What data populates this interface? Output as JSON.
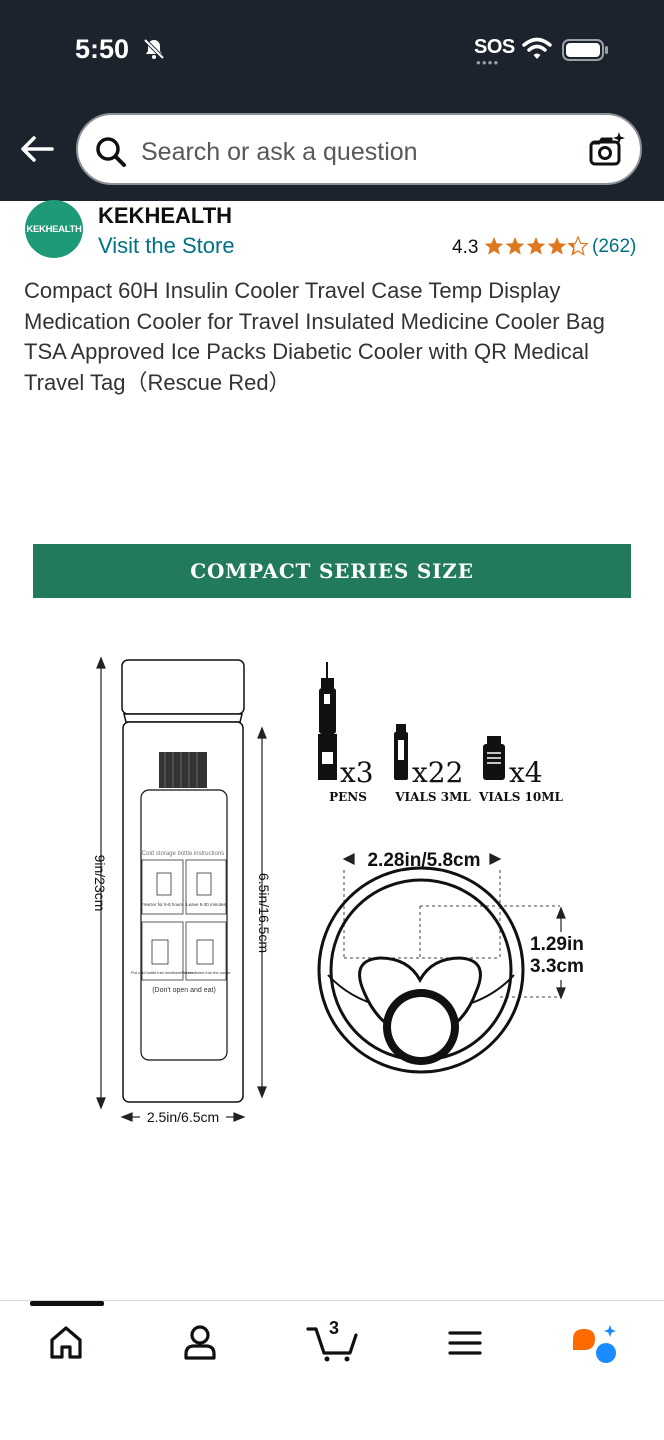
{
  "status_bar": {
    "time": "5:50",
    "sos": "SOS"
  },
  "search": {
    "placeholder": "Search or ask a question"
  },
  "store": {
    "logo_text": "KEKHEALTH",
    "name": "KEKHEALTH",
    "visit_label": "Visit the Store"
  },
  "rating": {
    "value": "4.3",
    "stars": 4.3,
    "count": "(262)"
  },
  "product": {
    "title": "Compact 60H Insulin Cooler Travel Case Temp Display Medication Cooler for Travel Insulated Medicine Cooler Bag TSA Approved Ice Packs Diabetic Cooler with QR Medical Travel Tag（Rescue Red）"
  },
  "image": {
    "banner": "COMPACT SERIES SIZE",
    "height_outer": "9in/23cm",
    "height_inner": "6.5in/16.5cm",
    "width_bottom": "2.5in/6.5cm",
    "bottle_title": "Cold storage bottle instructions",
    "step1": "Freezer for 6-8 hours",
    "step2": "Leave 5-30 minutes",
    "step3": "Put cold bottle into medicine cooler",
    "step4": "Put medicine into the cooler",
    "bottle_note": "(Don't open and eat)",
    "pens_count": "x3",
    "pens_label": "PENS",
    "vials3_count": "x22",
    "vials3_label": "VIALS 3ML",
    "vials10_count": "x4",
    "vials10_label": "VIALS 10ML",
    "diameter": "2.28in/5.8cm",
    "depth_in": "1.29in",
    "depth_cm": "3.3cm"
  },
  "nav": {
    "cart_count": "3"
  },
  "colors": {
    "header_bg": "#1c232d",
    "banner": "#217b5b",
    "link": "#007185",
    "star": "#de7921",
    "logo": "#1f9a78"
  }
}
